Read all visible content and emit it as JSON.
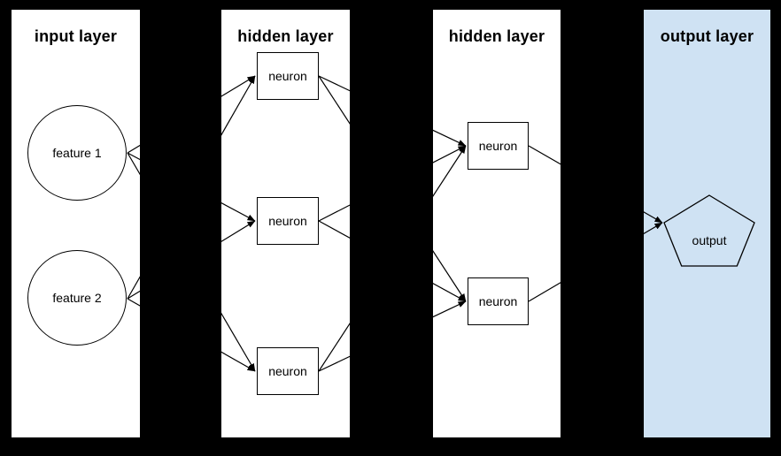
{
  "diagram": {
    "background_color": "#000000",
    "edge_color": "#000000",
    "layers": [
      {
        "id": "input",
        "title": "input layer",
        "panel_color": "#ffffff",
        "nodes": [
          {
            "id": "feature-1",
            "label": "feature 1",
            "shape": "circle"
          },
          {
            "id": "feature-2",
            "label": "feature 2",
            "shape": "circle"
          }
        ]
      },
      {
        "id": "hidden-1",
        "title": "hidden layer",
        "panel_color": "#ffffff",
        "nodes": [
          {
            "id": "neuron-1-1",
            "label": "neuron",
            "shape": "rect"
          },
          {
            "id": "neuron-1-2",
            "label": "neuron",
            "shape": "rect"
          },
          {
            "id": "neuron-1-3",
            "label": "neuron",
            "shape": "rect"
          }
        ]
      },
      {
        "id": "hidden-2",
        "title": "hidden layer",
        "panel_color": "#ffffff",
        "nodes": [
          {
            "id": "neuron-2-1",
            "label": "neuron",
            "shape": "rect"
          },
          {
            "id": "neuron-2-2",
            "label": "neuron",
            "shape": "rect"
          }
        ]
      },
      {
        "id": "output",
        "title": "output layer",
        "panel_color": "#cfe2f3",
        "nodes": [
          {
            "id": "output",
            "label": "output",
            "shape": "pentagon"
          }
        ]
      }
    ],
    "edges": [
      {
        "from": "feature-1",
        "to": "neuron-1-1"
      },
      {
        "from": "feature-1",
        "to": "neuron-1-2"
      },
      {
        "from": "feature-1",
        "to": "neuron-1-3"
      },
      {
        "from": "feature-2",
        "to": "neuron-1-1"
      },
      {
        "from": "feature-2",
        "to": "neuron-1-2"
      },
      {
        "from": "feature-2",
        "to": "neuron-1-3"
      },
      {
        "from": "neuron-1-1",
        "to": "neuron-2-1"
      },
      {
        "from": "neuron-1-1",
        "to": "neuron-2-2"
      },
      {
        "from": "neuron-1-2",
        "to": "neuron-2-1"
      },
      {
        "from": "neuron-1-2",
        "to": "neuron-2-2"
      },
      {
        "from": "neuron-1-3",
        "to": "neuron-2-1"
      },
      {
        "from": "neuron-1-3",
        "to": "neuron-2-2"
      },
      {
        "from": "neuron-2-1",
        "to": "output"
      },
      {
        "from": "neuron-2-2",
        "to": "output"
      }
    ]
  }
}
